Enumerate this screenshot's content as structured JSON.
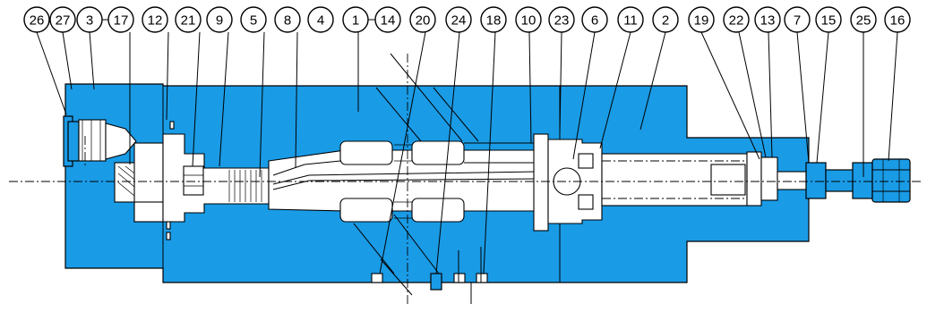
{
  "callouts": [
    {
      "id": "c26",
      "label": "26"
    },
    {
      "id": "c27",
      "label": "27"
    },
    {
      "id": "c3",
      "label": "3"
    },
    {
      "id": "c17",
      "label": "17"
    },
    {
      "id": "c12",
      "label": "12"
    },
    {
      "id": "c21",
      "label": "21"
    },
    {
      "id": "c9",
      "label": "9"
    },
    {
      "id": "c5",
      "label": "5"
    },
    {
      "id": "c8",
      "label": "8"
    },
    {
      "id": "c4",
      "label": "4"
    },
    {
      "id": "c1",
      "label": "1"
    },
    {
      "id": "c14",
      "label": "14"
    },
    {
      "id": "c20",
      "label": "20"
    },
    {
      "id": "c24",
      "label": "24"
    },
    {
      "id": "c18",
      "label": "18"
    },
    {
      "id": "c10",
      "label": "10"
    },
    {
      "id": "c23",
      "label": "23"
    },
    {
      "id": "c6",
      "label": "6"
    },
    {
      "id": "c11",
      "label": "11"
    },
    {
      "id": "c2",
      "label": "2"
    },
    {
      "id": "c19",
      "label": "19"
    },
    {
      "id": "c22",
      "label": "22"
    },
    {
      "id": "c13",
      "label": "13"
    },
    {
      "id": "c7",
      "label": "7"
    },
    {
      "id": "c15",
      "label": "15"
    },
    {
      "id": "c25",
      "label": "25"
    },
    {
      "id": "c16",
      "label": "16"
    }
  ],
  "colors": {
    "body_fill": "#1a9be6",
    "outline": "#000000",
    "background": "#ffffff"
  }
}
